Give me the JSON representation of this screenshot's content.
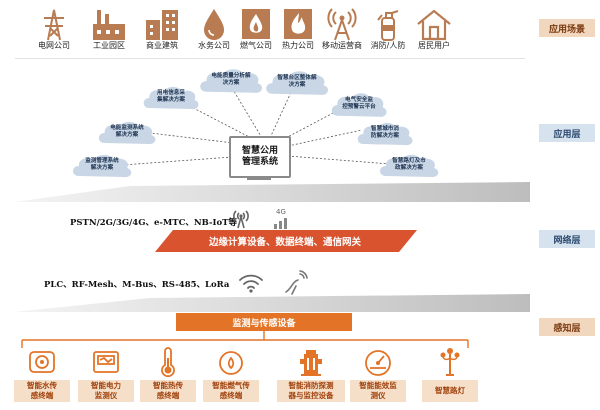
{
  "scenarios": {
    "items": [
      {
        "label": "电网公司",
        "icon": "power-tower-icon"
      },
      {
        "label": "工业园区",
        "icon": "factory-icon"
      },
      {
        "label": "商业建筑",
        "icon": "commercial-building-icon"
      },
      {
        "label": "水务公司",
        "icon": "water-drop-icon"
      },
      {
        "label": "燃气公司",
        "icon": "gas-flame-icon"
      },
      {
        "label": "热力公司",
        "icon": "heat-flame-icon"
      },
      {
        "label": "移动运营商",
        "icon": "signal-tower-icon"
      },
      {
        "label": "消防/人防",
        "icon": "fire-extinguisher-icon"
      },
      {
        "label": "居民用户",
        "icon": "house-icon"
      }
    ]
  },
  "layers": {
    "scenario": "应用场景",
    "application": "应用层",
    "network": "网络层",
    "perception": "感知层"
  },
  "app_layer": {
    "center": "智慧公用\n管理系统",
    "solutions": [
      "监测管理系统\n解决方案",
      "电能监测系统\n解决方案",
      "用电信息采\n集解决方案",
      "电能质量分析解\n决方案",
      "智慧台区整体解\n决方案",
      "电气安全监\n控预警云平台",
      "智慧城市消\n防解决方案",
      "智慧路灯及市\n政解决方案"
    ]
  },
  "network_layer": {
    "protocols_top": "PSTN/2G/3G/4G、e-MTC、NB-IoT等",
    "gateway_bar": "边缘计算设备、数据终端、通信网关",
    "protocols_bottom": "PLC、RF-Mesh、M-Bus、RS-485、LoRa",
    "icons": {
      "antenna": "antenna-icon",
      "g4": "4G",
      "wifi": "wifi-icon",
      "wireless": "wireless-signal-icon"
    }
  },
  "perception_layer": {
    "title": "监测与传感设备",
    "devices": [
      {
        "label": "智能水传\n感终端",
        "icon": "water-meter-icon"
      },
      {
        "label": "智能电力\n监测仪",
        "icon": "power-monitor-icon"
      },
      {
        "label": "智能热传\n感终端",
        "icon": "thermometer-icon"
      },
      {
        "label": "智能燃气传\n感终端",
        "icon": "gas-meter-icon"
      },
      {
        "label": "智能消防探测\n器与监控设备",
        "icon": "fire-hydrant-icon"
      },
      {
        "label": "智能能效监\n测仪",
        "icon": "gauge-icon"
      },
      {
        "label": "智慧路灯",
        "icon": "street-lamp-icon"
      }
    ]
  },
  "colors": {
    "icon_brown": "#b87b52",
    "orange": "#e37427",
    "orange_red": "#d8532e",
    "label_tan": "#f1d7bd",
    "label_blue": "#d7e2ef",
    "cloud": "#c9d6e6"
  }
}
